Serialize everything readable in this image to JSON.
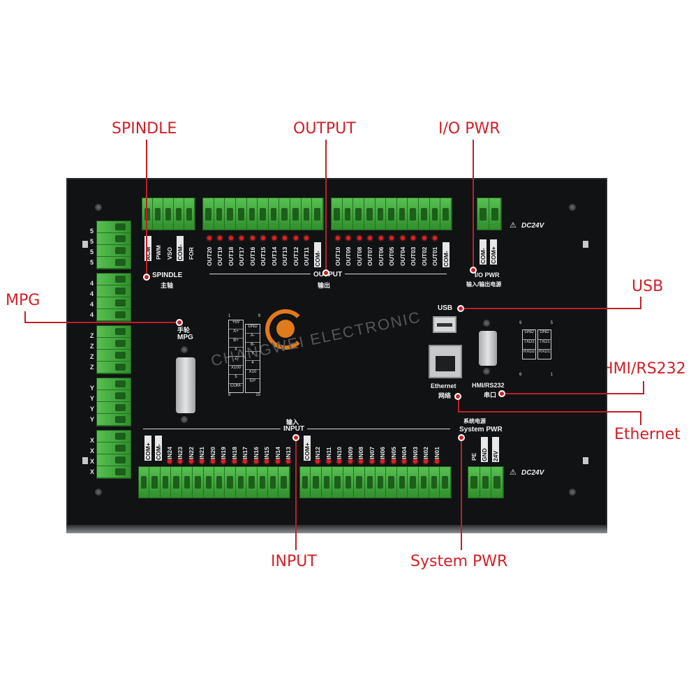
{
  "callouts": {
    "spindle": "SPINDLE",
    "output": "OUTPUT",
    "io_pwr": "I/O PWR",
    "mpg": "MPG",
    "usb": "USB",
    "hmi": "HMI/RS232",
    "ethernet": "Ethernet",
    "input": "INPUT",
    "system_pwr": "System PWR"
  },
  "panel": {
    "spindle_pins": [
      "ACM",
      "PWM",
      "VSO",
      "COM-",
      "FOR"
    ],
    "spindle_label": "SPINDLE",
    "spindle_cn": "主轴",
    "output_pins_left": [
      "OUT20",
      "OUT19",
      "OUT18",
      "OUT17",
      "OUT16",
      "OUT15",
      "OUT14",
      "OUT13",
      "OUT12",
      "OUT11",
      "COM-"
    ],
    "output_pins_right": [
      "OUT10",
      "OUT09",
      "OUT08",
      "OUT07",
      "OUT06",
      "OUT05",
      "OUT04",
      "OUT03",
      "OUT02",
      "OUT01",
      "COM-"
    ],
    "output_label": "OUTPUT",
    "output_cn": "输出",
    "iopwr_pins": [
      "COM-",
      "COM+"
    ],
    "iopwr_label": "I/O PWR",
    "iopwr_cn": "输入/输出电源",
    "dc24v_top": "DC24V",
    "dc24v_bottom": "DC24V",
    "usb_label": "USB",
    "ethernet_label": "Ethernet",
    "ethernet_cn": "网络",
    "hmi_label": "HMI/RS232",
    "hmi_cn": "串口",
    "mpg_cn": "手轮",
    "mpg_label": "MPG",
    "input_cn": "输入",
    "input_label": "INPUT",
    "syspwr_cn": "系统电源",
    "syspwr_label": "System PWR",
    "syspwr_pins": [
      "PE",
      "GND",
      "24V"
    ],
    "input_pins_left": [
      "COM+",
      "COM-",
      "IN24",
      "IN23",
      "IN22",
      "IN21",
      "IN20",
      "IN19",
      "IN18",
      "IN17",
      "IN16",
      "IN15",
      "IN14",
      "IN13"
    ],
    "input_pins_right": [
      "COM+",
      "IN12",
      "IN11",
      "IN10",
      "IN09",
      "IN08",
      "IN07",
      "IN06",
      "IN05",
      "IN04",
      "IN03",
      "IN02",
      "IN01"
    ],
    "axis_groups": [
      {
        "label": "5"
      },
      {
        "label": "4"
      },
      {
        "label": "Z"
      },
      {
        "label": "Y"
      },
      {
        "label": "X"
      }
    ],
    "mpg_pin_left": [
      "+5V",
      "A+",
      "B+",
      "X",
      "Z",
      "X100",
      "5",
      "COM-"
    ],
    "mpg_pin_right": [
      "GND",
      "A-",
      "B-",
      "Y",
      "4",
      "X10",
      "EP"
    ],
    "mpg_pin_nums": {
      "tl": "1",
      "tr": "9",
      "bl": "8",
      "br": "15"
    },
    "rs232_pins": [
      [
        "GND",
        ""
      ],
      [
        "TXD2",
        "TXD1"
      ],
      [
        "RXD2",
        "RXD1"
      ]
    ],
    "rs232_nums": {
      "tl": "9",
      "tr": "5",
      "bl": "6",
      "br": "1"
    },
    "watermark": "CHANGWEI ELECTRONIC"
  },
  "colors": {
    "callout": "#d21f26",
    "terminal": "#3ea33b",
    "panel": "#111214"
  }
}
